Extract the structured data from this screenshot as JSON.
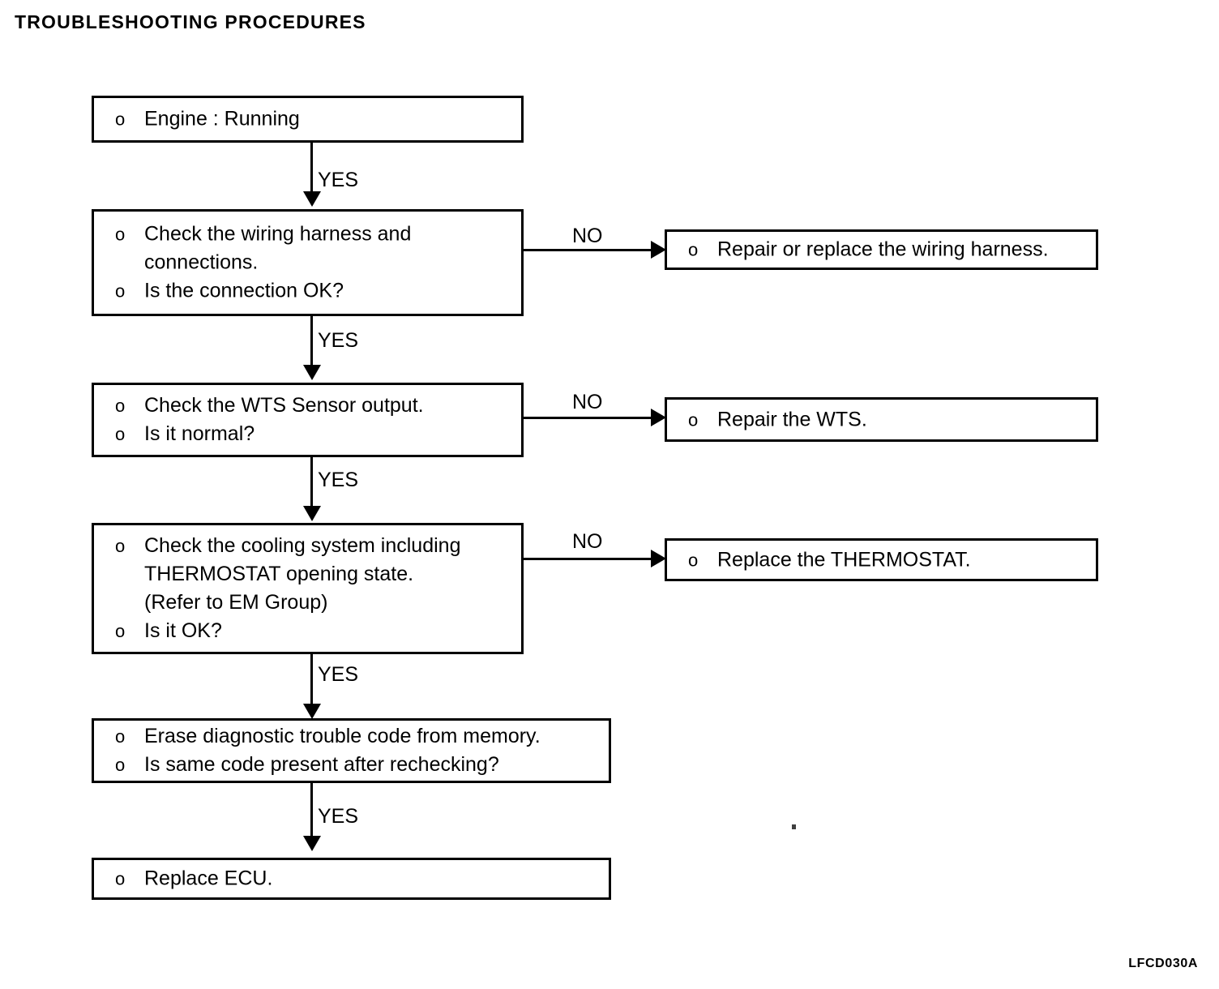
{
  "document": {
    "title": "TROUBLESHOOTING PROCEDURES",
    "footer_code": "LFCD030A",
    "bullet_glyph": "o"
  },
  "flow": {
    "nodes": [
      {
        "id": "engine-running",
        "name": "engine-running-box",
        "lines": [
          {
            "bullet": true,
            "text": "Engine : Running"
          }
        ]
      },
      {
        "id": "check-wiring",
        "name": "check-wiring-harness-box",
        "lines": [
          {
            "bullet": true,
            "text": "Check the wiring harness and"
          },
          {
            "bullet": false,
            "text": "connections."
          },
          {
            "bullet": true,
            "text": "Is the connection OK?"
          }
        ]
      },
      {
        "id": "repair-harness",
        "name": "repair-wiring-harness-box",
        "lines": [
          {
            "bullet": true,
            "text": "Repair or replace the wiring harness."
          }
        ]
      },
      {
        "id": "check-wts",
        "name": "check-wts-sensor-box",
        "lines": [
          {
            "bullet": true,
            "text": "Check the WTS Sensor output."
          },
          {
            "bullet": true,
            "text": "Is it normal?"
          }
        ]
      },
      {
        "id": "repair-wts",
        "name": "repair-wts-box",
        "lines": [
          {
            "bullet": true,
            "text": "Repair the WTS."
          }
        ]
      },
      {
        "id": "check-cooling",
        "name": "check-cooling-system-box",
        "lines": [
          {
            "bullet": true,
            "text": "Check the cooling system including"
          },
          {
            "bullet": false,
            "text": "THERMOSTAT opening state."
          },
          {
            "bullet": false,
            "text": "(Refer to EM Group)"
          },
          {
            "bullet": true,
            "text": "Is it OK?"
          }
        ]
      },
      {
        "id": "replace-thermostat",
        "name": "replace-thermostat-box",
        "lines": [
          {
            "bullet": true,
            "text": "Replace the THERMOSTAT."
          }
        ]
      },
      {
        "id": "erase-code",
        "name": "erase-trouble-code-box",
        "lines": [
          {
            "bullet": true,
            "text": "Erase diagnostic trouble code from memory."
          },
          {
            "bullet": true,
            "text": "Is same code present after rechecking?"
          }
        ]
      },
      {
        "id": "replace-ecu",
        "name": "replace-ecu-box",
        "lines": [
          {
            "bullet": true,
            "text": "Replace ECU."
          }
        ]
      }
    ],
    "edge_labels": {
      "yes_1": "YES",
      "yes_2": "YES",
      "yes_3": "YES",
      "yes_4": "YES",
      "yes_5": "YES",
      "no_1": "NO",
      "no_2": "NO",
      "no_3": "NO"
    }
  }
}
